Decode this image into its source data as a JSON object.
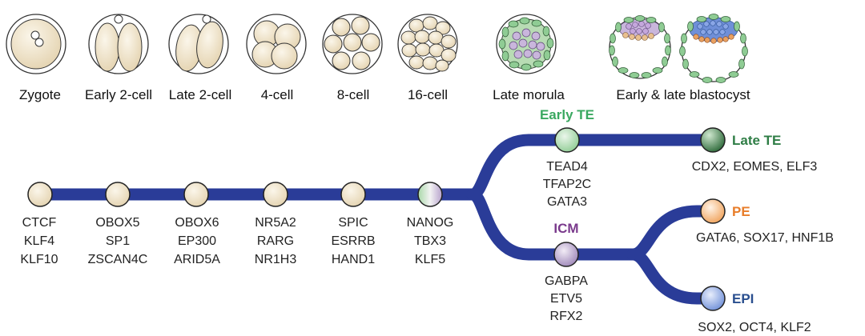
{
  "colors": {
    "path": "#2a3c98",
    "early_te": "#3aa860",
    "late_te": "#2e7d45",
    "icm": "#7a3a8c",
    "pe": "#e87d2a",
    "epi": "#2a4f8f",
    "cell_fill": "#f1e7d2",
    "cell_stroke": "#333333"
  },
  "stages": [
    {
      "label": "Zygote"
    },
    {
      "label": "Early 2-cell"
    },
    {
      "label": "Late 2-cell"
    },
    {
      "label": "4-cell"
    },
    {
      "label": "8-cell"
    },
    {
      "label": "16-cell"
    },
    {
      "label": "Late morula"
    },
    {
      "label": "Early & late blastocyst"
    }
  ],
  "trunk_nodes": [
    {
      "genes": [
        "CTCF",
        "KLF4",
        "KLF10"
      ]
    },
    {
      "genes": [
        "OBOX5",
        "SP1",
        "ZSCAN4C"
      ]
    },
    {
      "genes": [
        "OBOX6",
        "EP300",
        "ARID5A"
      ]
    },
    {
      "genes": [
        "NR5A2",
        "RARG",
        "NR1H3"
      ]
    },
    {
      "genes": [
        "SPIC",
        "ESRRB",
        "HAND1"
      ]
    },
    {
      "genes": [
        "NANOG",
        "TBX3",
        "KLF5"
      ]
    }
  ],
  "lineages": {
    "early_te": {
      "name": "Early TE",
      "genes": [
        "TEAD4",
        "TFAP2C",
        "GATA3"
      ]
    },
    "late_te": {
      "name": "Late TE",
      "genes": "CDX2, EOMES, ELF3"
    },
    "icm": {
      "name": "ICM",
      "genes": [
        "GABPA",
        "ETV5",
        "RFX2"
      ]
    },
    "pe": {
      "name": "PE",
      "genes": "GATA6, SOX17, HNF1B"
    },
    "epi": {
      "name": "EPI",
      "genes": "SOX2, OCT4, KLF2"
    }
  }
}
